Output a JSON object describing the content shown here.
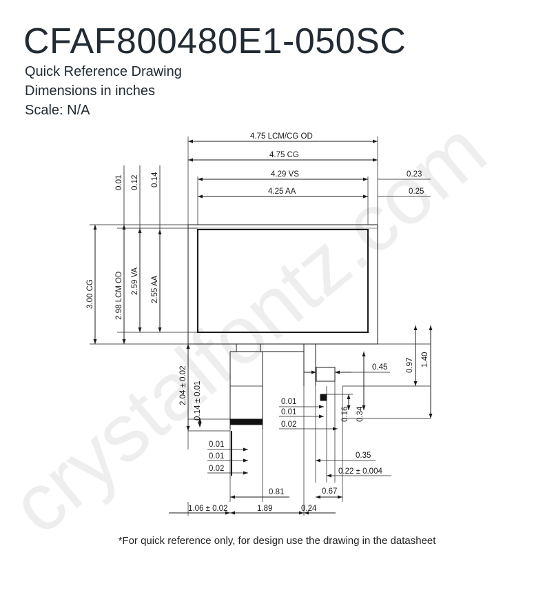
{
  "header": {
    "title": "CFAF800480E1-050SC",
    "subtitle_1": "Quick Reference Drawing",
    "subtitle_2": "Dimensions in inches",
    "subtitle_3": "Scale: N/A"
  },
  "watermark": {
    "text": "crystalfontz.com",
    "color": "#eeeeee"
  },
  "dimensions": {
    "lcm_cg_od": "4.75 LCM/CG OD",
    "cg_width": "4.75 CG",
    "vs": "4.29 VS",
    "aa_width": "4.25 AA",
    "right_023": "0.23",
    "right_025": "0.25",
    "top_001": "0.01",
    "top_012": "0.12",
    "top_014": "0.14",
    "cg_height": "3.00 CG",
    "lcm_od_height": "2.98 LCM OD",
    "va_height": "2.59 VA",
    "aa_height": "2.55 AA",
    "tail_length": "2.04 ± 0.02",
    "tail_thickness": "0.14 ± 0.01",
    "d045": "0.45",
    "d097": "0.97",
    "d140": "1.40",
    "d016": "0.16",
    "d034": "0.34",
    "mid_001a": "0.01",
    "mid_001b": "0.01",
    "mid_002": "0.02",
    "low_001a": "0.01",
    "low_001b": "0.01",
    "low_002": "0.02",
    "d035": "0.35",
    "d022": "0.22 ± 0.004",
    "d081": "0.81",
    "d067": "0.67",
    "d106": "1.06 ± 0.02",
    "d189": "1.89",
    "d024": "0.24"
  },
  "footnote": "*For quick reference only, for design use the drawing in the datasheet"
}
